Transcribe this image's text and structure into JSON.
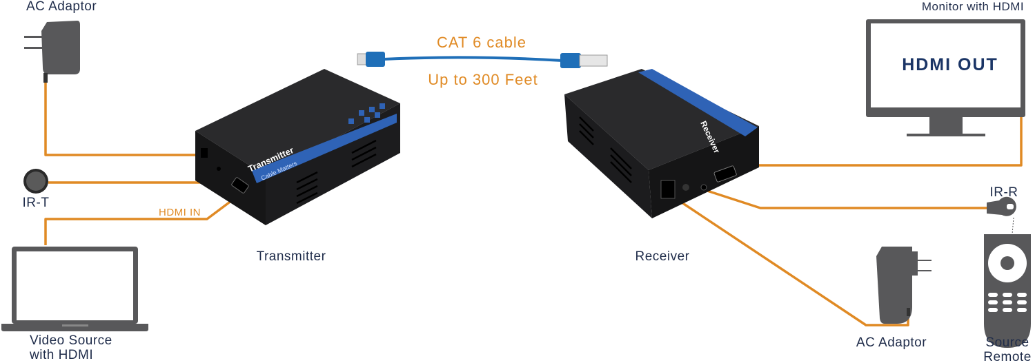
{
  "labels": {
    "ac_adaptor_left": "AC  Adaptor",
    "ir_t": "IR-T",
    "hdmi_in": "HDMI IN",
    "video_source_line1": "Video Source",
    "video_source_line2": "with HDMI",
    "transmitter": "Transmitter",
    "cable_type": "CAT 6 cable",
    "cable_length": "Up to 300 Feet",
    "receiver": "Receiver",
    "monitor": "Monitor with HDMI",
    "monitor_screen": "HDMI OUT",
    "ir_r": "IR-R",
    "ac_adaptor_right": "AC  Adaptor",
    "remote_line1": "Source",
    "remote_line2": "Remote"
  },
  "device_text": {
    "transmitter_brand": "Transmitter",
    "receiver_brand": "Receiver",
    "brand": "Cable Matters"
  },
  "colors": {
    "cord": "#e08a24",
    "cable": "#1f6fb8",
    "text": "#1f2c4a",
    "device_gray": "#58585a",
    "box": "#1c1c1e",
    "stripe": "#2f63b6"
  }
}
